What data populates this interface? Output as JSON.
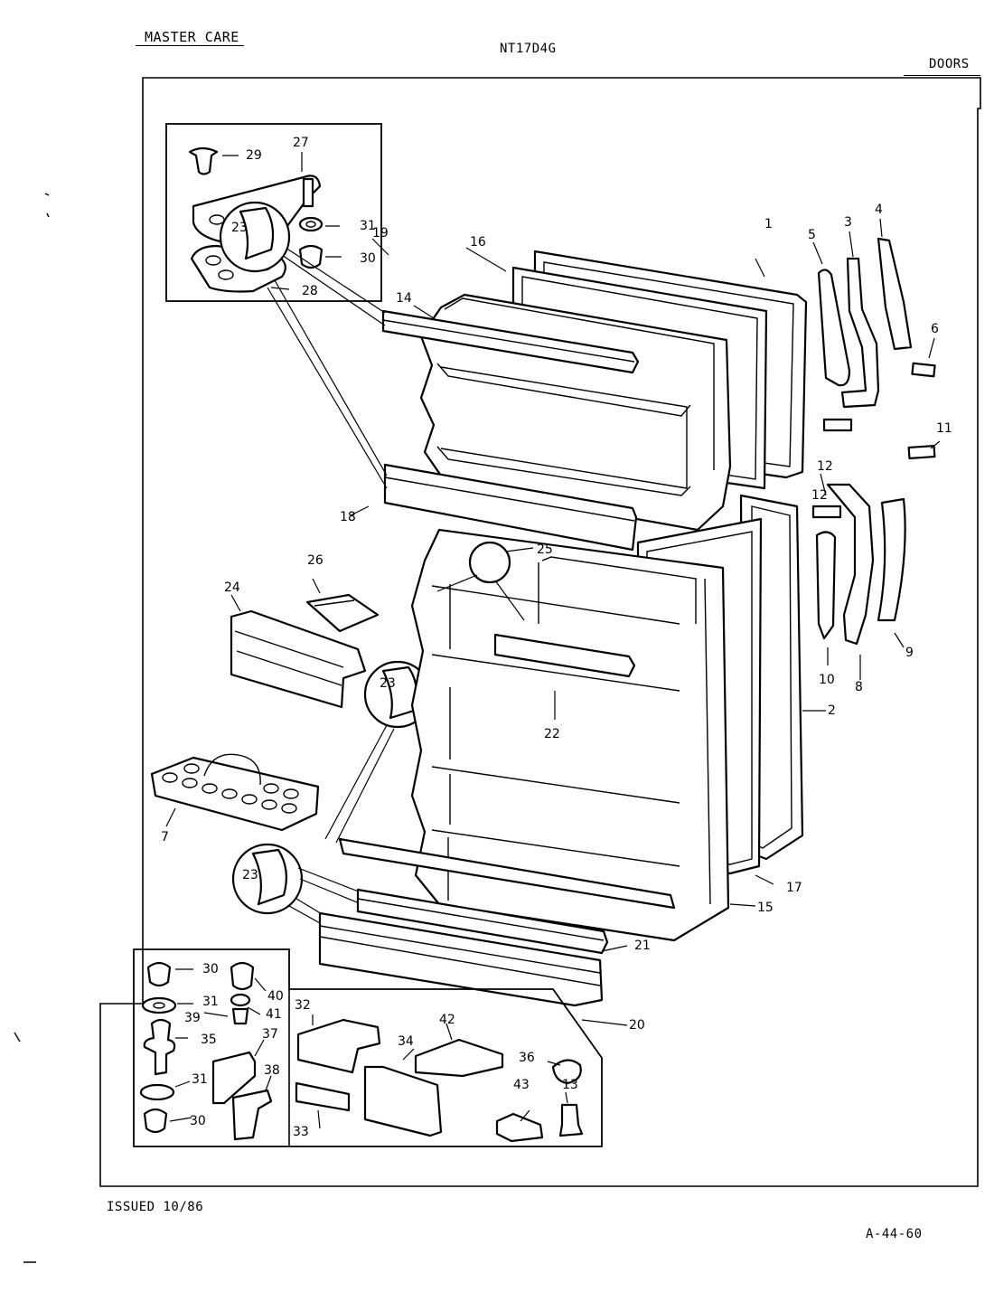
{
  "header": {
    "brand": "MASTER CARE",
    "model": "NT17D4G",
    "section": "DOORS"
  },
  "footer": {
    "issued": "ISSUED 10/86",
    "page_code": "A-44-60"
  },
  "diagram": {
    "callouts": {
      "c1": "1",
      "c2": "2",
      "c3": "3",
      "c4": "4",
      "c5": "5",
      "c6": "6",
      "c7": "7",
      "c8": "8",
      "c9": "9",
      "c10": "10",
      "c11": "11",
      "c12a": "12",
      "c12b": "12",
      "c13": "13",
      "c14": "14",
      "c15": "15",
      "c16": "16",
      "c17": "17",
      "c18": "18",
      "c19": "19",
      "c20": "20",
      "c21": "21",
      "c22": "22",
      "c23a": "23",
      "c23b": "23",
      "c23c": "23",
      "c24": "24",
      "c25": "25",
      "c26": "26",
      "c27": "27",
      "c28": "28",
      "c29": "29",
      "c30a": "30",
      "c30b": "30",
      "c30c": "30",
      "c31a": "31",
      "c31b": "31",
      "c31c": "31",
      "c32": "32",
      "c33": "33",
      "c34": "34",
      "c35": "35",
      "c36": "36",
      "c37": "37",
      "c38": "38",
      "c39": "39",
      "c40": "40",
      "c41": "41",
      "c42": "42",
      "c43": "43"
    }
  }
}
